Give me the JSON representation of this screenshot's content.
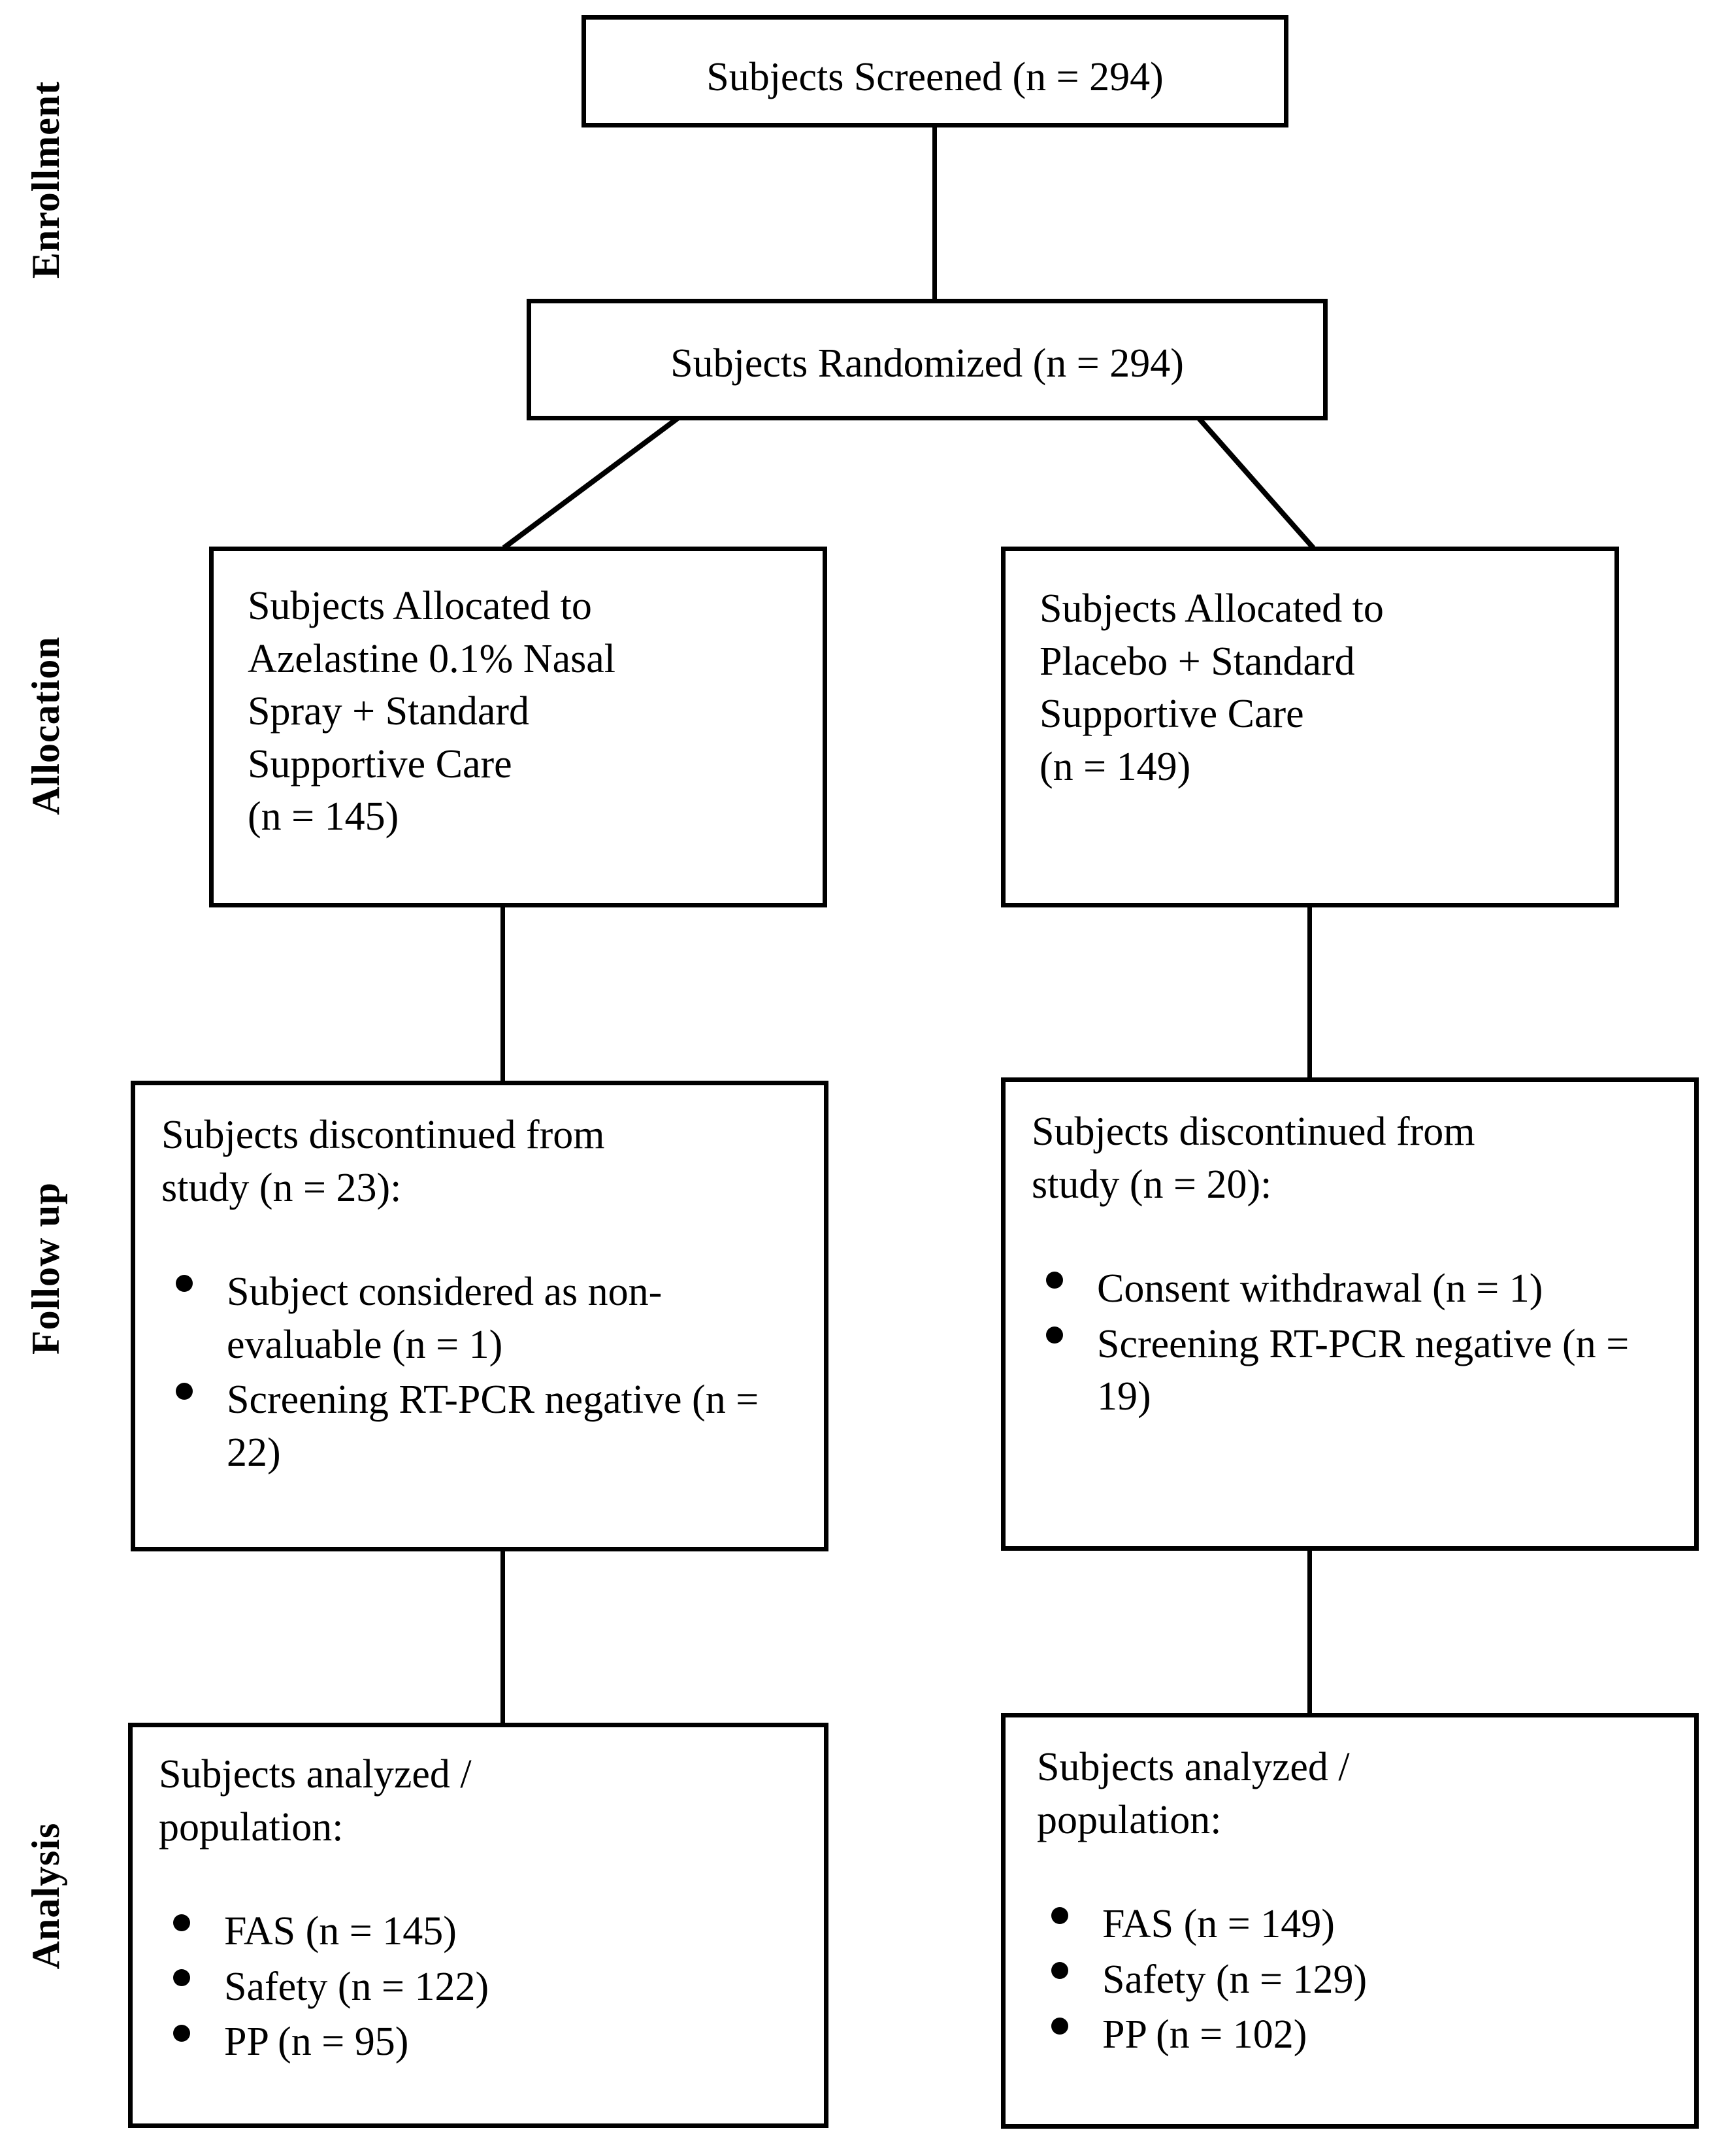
{
  "diagram": {
    "type": "consort-flow-diagram",
    "stages": [
      {
        "id": "enrollment",
        "label": "Enrollment"
      },
      {
        "id": "allocation",
        "label": "Allocation"
      },
      {
        "id": "followup",
        "label": "Follow up"
      },
      {
        "id": "analysis",
        "label": "Analysis"
      }
    ],
    "nodes": {
      "screened": {
        "text": "Subjects Screened (n = 294)",
        "n": 294
      },
      "randomized": {
        "text": "Subjects Randomized (n = 294)",
        "n": 294
      },
      "alloc_left": {
        "text": "Subjects Allocated to\nAzelastine 0.1% Nasal\nSpray + Standard\nSupportive Care\n(n = 145)",
        "n": 145
      },
      "alloc_right": {
        "text": "Subjects Allocated to\nPlacebo + Standard\nSupportive Care\n(n = 149)",
        "n": 149
      },
      "followup_left": {
        "heading": "Subjects discontinued from\nstudy (n = 23):",
        "n": 23,
        "items": [
          {
            "text": "Subject considered as non-evaluable (n = 1)",
            "n": 1
          },
          {
            "text": "Screening RT-PCR negative (n = 22)",
            "n": 22
          }
        ]
      },
      "followup_right": {
        "heading": "Subjects discontinued from\nstudy (n = 20):",
        "n": 20,
        "items": [
          {
            "text": "Consent withdrawal (n = 1)",
            "n": 1
          },
          {
            "text": "Screening RT-PCR negative (n = 19)",
            "n": 19
          }
        ]
      },
      "analysis_left": {
        "heading": "Subjects analyzed /\npopulation:",
        "items": [
          {
            "text": "FAS (n = 145)",
            "n": 145
          },
          {
            "text": "Safety (n = 122)",
            "n": 122
          },
          {
            "text": "PP (n = 95)",
            "n": 95
          }
        ]
      },
      "analysis_right": {
        "heading": "Subjects analyzed /\npopulation:",
        "items": [
          {
            "text": "FAS (n = 149)",
            "n": 149
          },
          {
            "text": "Safety (n = 129)",
            "n": 129
          },
          {
            "text": "PP (n = 102)",
            "n": 102
          }
        ]
      }
    },
    "colors": {
      "stroke": "#000000",
      "background": "#ffffff",
      "text": "#000000"
    }
  }
}
